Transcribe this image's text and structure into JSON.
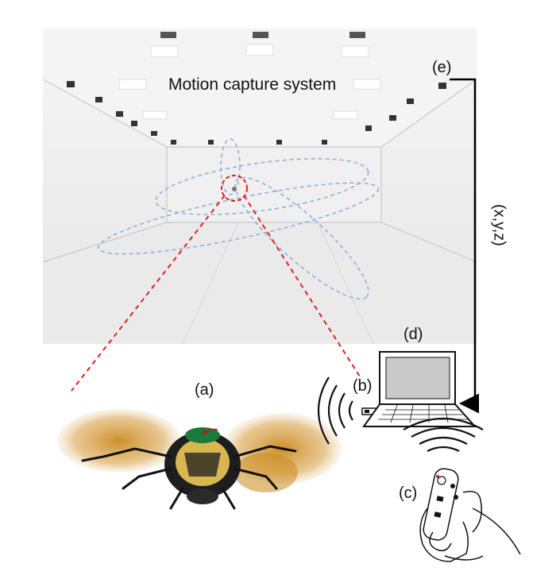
{
  "figure": {
    "room_title": "Motion capture system",
    "labels": {
      "a": "(a)",
      "b": "(b)",
      "c": "(c)",
      "d": "(d)",
      "e": "(e)"
    },
    "link_label": "(x,y,z)"
  },
  "colors": {
    "red_dash": "#e0201c",
    "trajectory": "#8fb0d8",
    "arrow": "#000000",
    "room": "#f2f2f2"
  },
  "icons": [
    "camera-icon",
    "beetle-icon",
    "laptop-icon",
    "usb-transmitter-icon",
    "wii-remote-icon",
    "radio-wave-icon"
  ]
}
